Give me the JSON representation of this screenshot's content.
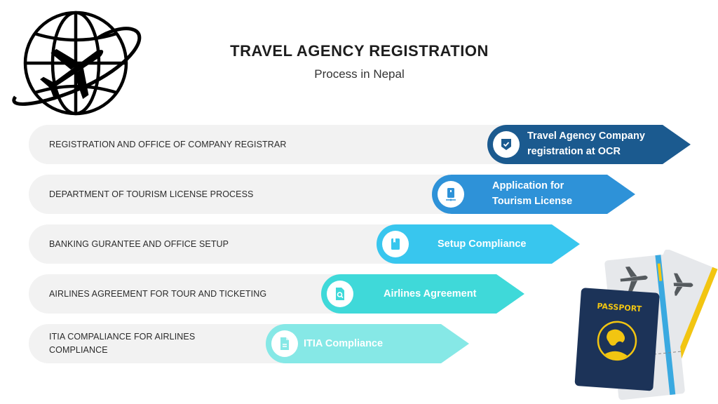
{
  "header": {
    "title": "TRAVEL AGENCY REGISTRATION",
    "subtitle": "Process in Nepal"
  },
  "logo": {
    "icon": "globe-airplane-icon"
  },
  "steps": [
    {
      "description": "REGISTRATION AND OFFICE OF COMPANY REGISTRAR",
      "label_line1": "Travel Agency Company",
      "label_line2": "registration at OCR",
      "icon": "shield-check-icon",
      "color": "#1B5A8F"
    },
    {
      "description": "DEPARTMENT OF TOURISM LICENSE PROCESS",
      "label_line1": "Application for",
      "label_line2": "Tourism License",
      "icon": "mobile-device-icon",
      "color": "#2E92D8"
    },
    {
      "description": "BANKING GURANTEE AND OFFICE SETUP",
      "label_line1": "Setup Compliance",
      "label_line2": "",
      "icon": "bookmark-book-icon",
      "color": "#38C6EE"
    },
    {
      "description": "AIRLINES AGREEMENT FOR TOUR AND TICKETING",
      "label_line1": "Airlines Agreement",
      "label_line2": "",
      "icon": "document-search-icon",
      "color": "#3FD9D9"
    },
    {
      "description_line1": "ITIA COMPALIANCE FOR AIRLINES",
      "description_line2": "COMPLIANCE",
      "label_line1": "ITIA Compliance",
      "label_line2": "",
      "icon": "document-icon",
      "color": "#86E8E6"
    }
  ],
  "illustration": {
    "passport_text": "PASSPORT",
    "icon": "passport-tickets-icon",
    "colors": {
      "passport": "#1C3358",
      "gold": "#F2C511",
      "ticket": "#E6E8EB",
      "stripe": "#3AA9E0",
      "plane": "#555a5e"
    }
  }
}
